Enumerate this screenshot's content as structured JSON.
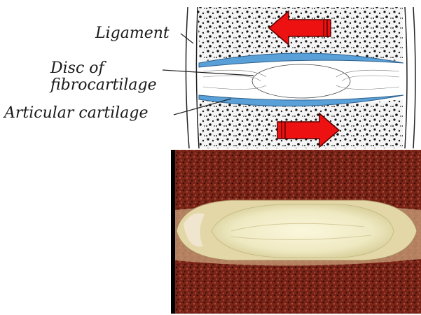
{
  "labels": {
    "ligament": "Ligament",
    "disc_line1": "Disc of",
    "disc_line2": "fibrocartilage",
    "articular_cartilage": "Articular cartilage"
  },
  "colors": {
    "cartilage_blue": "#5aa0d8",
    "arrow_red": "#ee1111",
    "bone_specimen": "#7a2418",
    "disc_specimen": "#efe9c2"
  },
  "icons": {
    "top_arrow": "arrow-left-icon",
    "bottom_arrow": "arrow-right-icon"
  }
}
